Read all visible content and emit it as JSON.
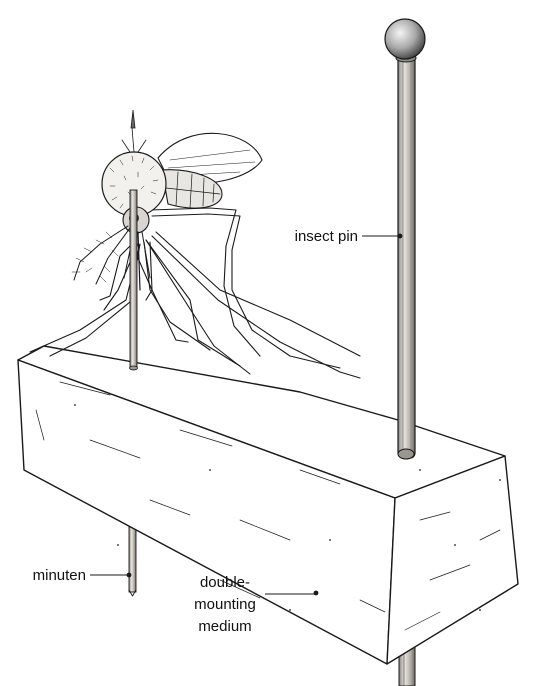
{
  "labels": {
    "insect_pin": "insect pin",
    "minuten": "minuten",
    "medium_line1": "double-",
    "medium_line2": "mounting",
    "medium_line3": "medium"
  },
  "colors": {
    "ink": "#1a1a1a",
    "paper": "#ffffff",
    "pin_shaft": "#c9c4bc",
    "pin_head": "#bdbdbd"
  }
}
